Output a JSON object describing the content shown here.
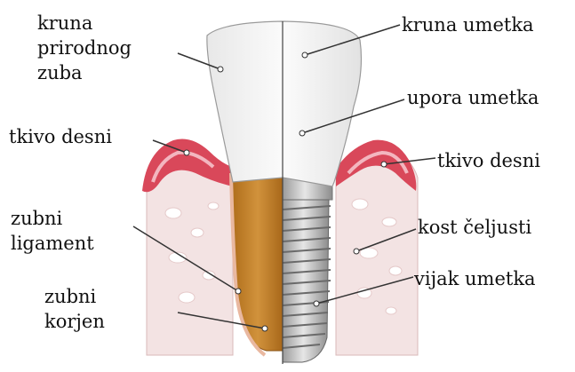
{
  "labels": {
    "natural_crown": [
      "kruna",
      "prirodnog",
      "zuba"
    ],
    "gum_left": "tkivo desni",
    "ligament": [
      "zubni",
      "ligament"
    ],
    "root": [
      "zubni",
      "korjen"
    ],
    "implant_crown": "kruna umetka",
    "abutment": "upora umetka",
    "gum_right": "tkivo desni",
    "jaw_bone": "kost čeljusti",
    "screw": "vijak umetka"
  },
  "colors": {
    "crown": "#f4f4f4",
    "gum": "#d9485a",
    "bone": "#f2dede",
    "root": "#c8842a",
    "metal": "#c9c9c9",
    "line": "#333333"
  }
}
